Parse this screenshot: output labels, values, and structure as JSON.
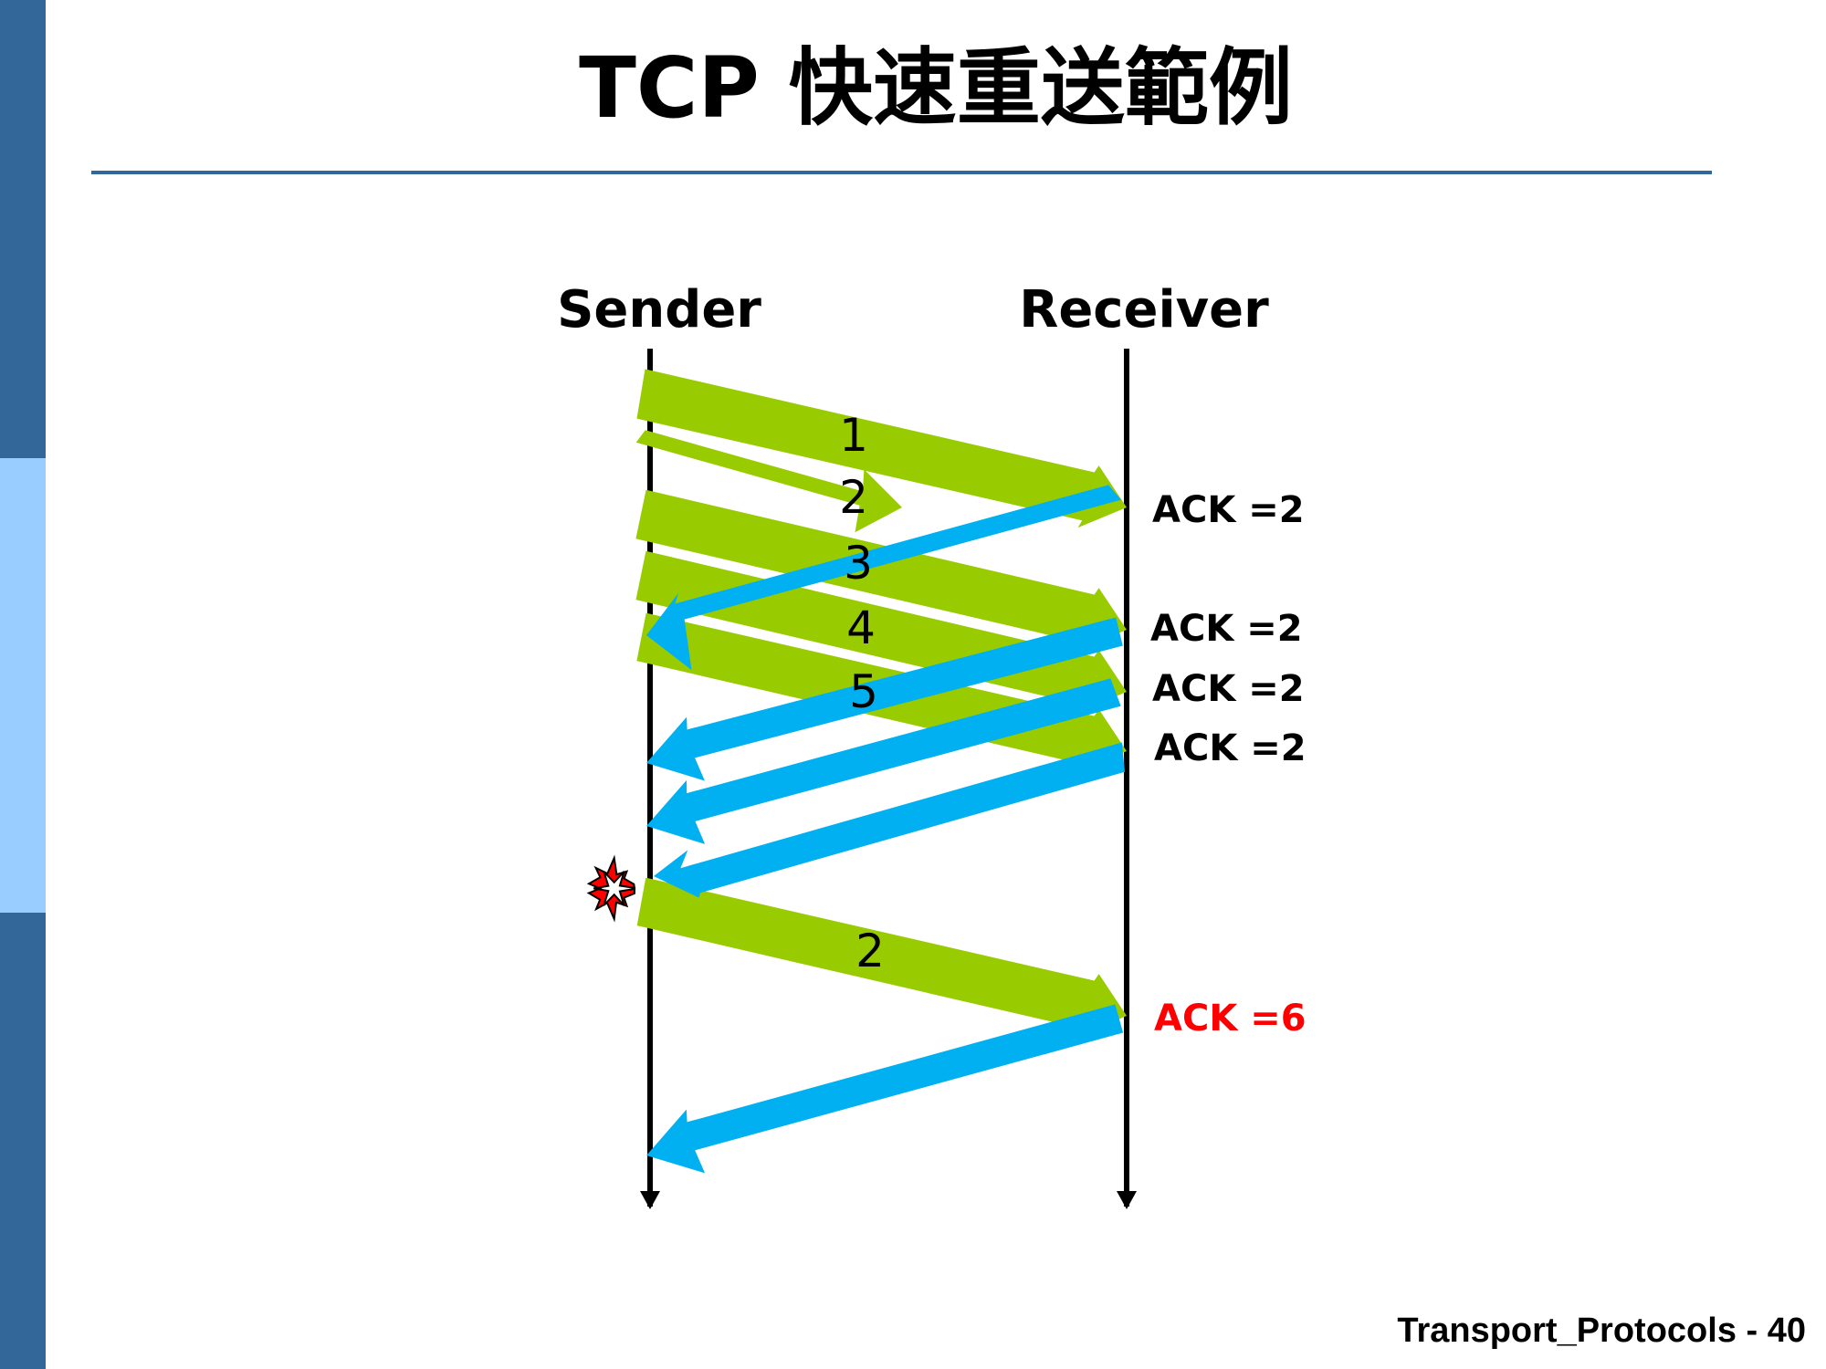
{
  "slide": {
    "title": "TCP 快速重送範例",
    "footer": "Transport_Protocols - 40"
  },
  "diagram": {
    "sender_label": "Sender",
    "receiver_label": "Receiver",
    "segments": [
      {
        "label": "1"
      },
      {
        "label": "2"
      },
      {
        "label": "3"
      },
      {
        "label": "4"
      },
      {
        "label": "5"
      },
      {
        "label": "2"
      }
    ],
    "acks": [
      {
        "label": "ACK =2"
      },
      {
        "label": "ACK =2"
      },
      {
        "label": "ACK =2"
      },
      {
        "label": "ACK =2"
      },
      {
        "label": "ACK =6"
      }
    ],
    "colors": {
      "data_arrow": "#99cc00",
      "ack_arrow": "#00b0f0",
      "final_ack_text": "#ff0000",
      "loss_burst": "#ff0000",
      "timeline": "#000000"
    }
  }
}
